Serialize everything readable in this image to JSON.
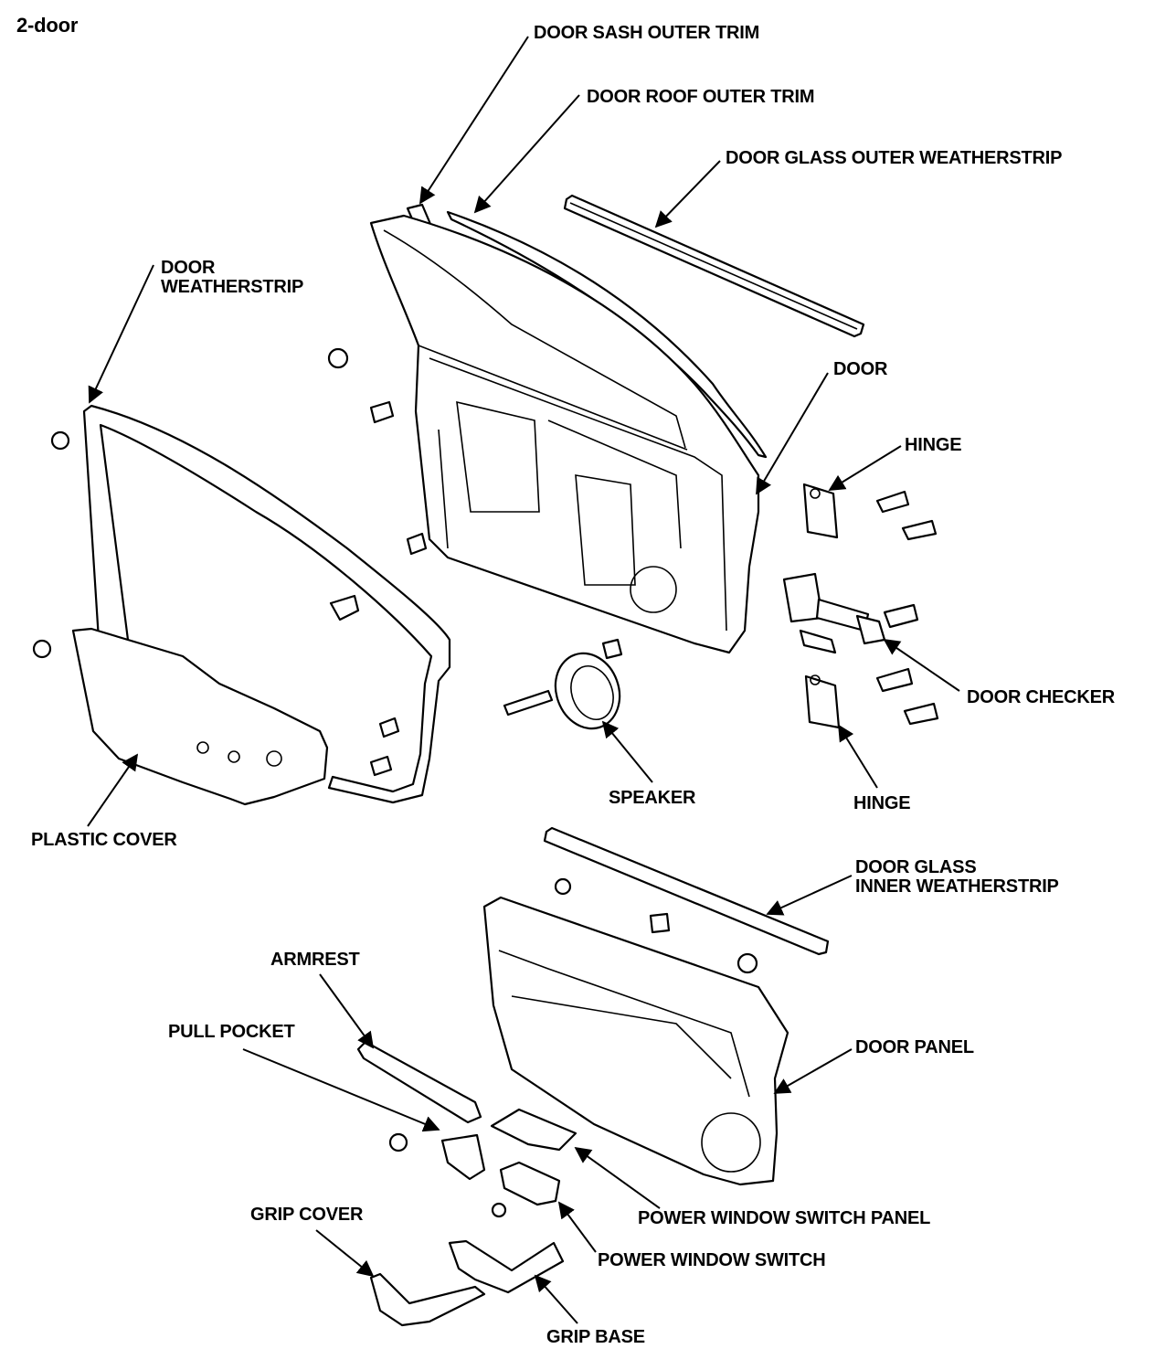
{
  "diagram": {
    "title": "2-door",
    "labels": {
      "door_sash_outer_trim": "DOOR SASH OUTER TRIM",
      "door_roof_outer_trim": "DOOR ROOF OUTER TRIM",
      "door_glass_outer_weatherstrip": "DOOR GLASS OUTER WEATHERSTRIP",
      "door_weatherstrip": "DOOR\nWEATHERSTRIP",
      "door": "DOOR",
      "hinge_upper": "HINGE",
      "door_checker": "DOOR CHECKER",
      "hinge_lower": "HINGE",
      "speaker": "SPEAKER",
      "plastic_cover": "PLASTIC COVER",
      "door_glass_inner_weatherstrip": "DOOR GLASS\nINNER WEATHERSTRIP",
      "armrest": "ARMREST",
      "pull_pocket": "PULL POCKET",
      "door_panel": "DOOR PANEL",
      "power_window_switch_panel": "POWER WINDOW SWITCH PANEL",
      "power_window_switch": "POWER WINDOW SWITCH",
      "grip_cover": "GRIP COVER",
      "grip_base": "GRIP BASE"
    }
  }
}
